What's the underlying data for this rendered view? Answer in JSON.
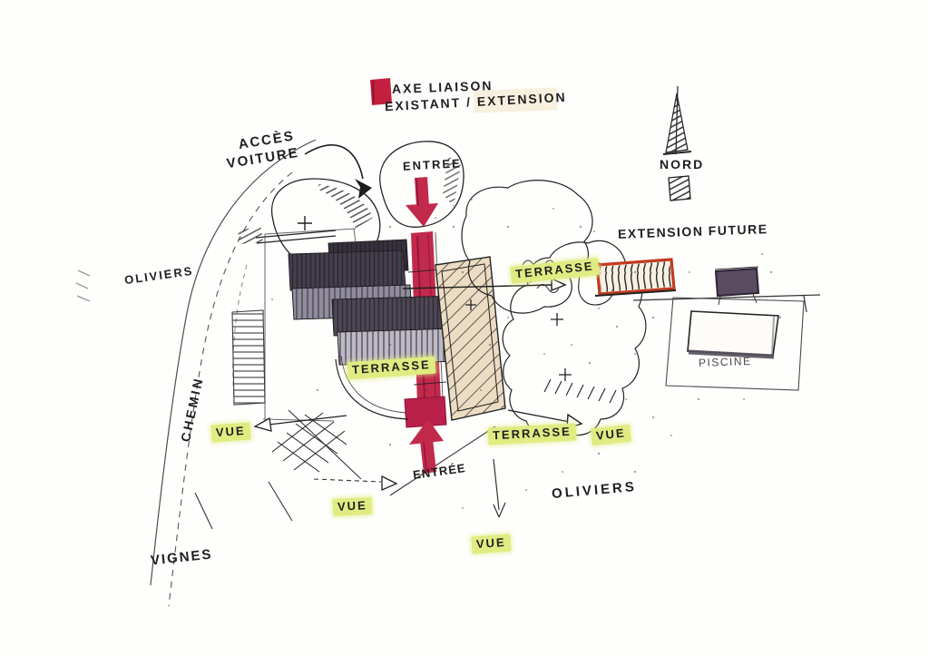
{
  "legend": {
    "line1": "AXE LIAISON",
    "line2": "EXISTANT / EXTENSION"
  },
  "compass": {
    "label": "NORD"
  },
  "labels": {
    "acces_line1": "ACCÈS",
    "acces_line2": "VOITURE",
    "entree_top": "ENTREE",
    "entree_bottom": "ENTRÉE",
    "extension_future": "EXTENSION FUTURE",
    "terrasse_upper": "TERRASSE",
    "terrasse_left": "TERRASSE",
    "terrasse_lower": "TERRASSE",
    "vue_west": "VUE",
    "vue_east": "VUE",
    "vue_southwest": "VUE",
    "vue_south": "VUE",
    "oliviers_left": "OLIVIERS",
    "oliviers_right": "OLIVIERS",
    "chemin": "CHEMIN",
    "vignes": "VIGNES",
    "piscine": "PISCINE"
  },
  "colors": {
    "axis_red": "#c22a4c",
    "highlight_yellow": "#e0eb82",
    "extension_beige": "#ecdcc3",
    "roof_dark": "#453f4c",
    "future_border": "#c13a20",
    "pool_dark": "#5b4b60",
    "ink": "#1f1f1f"
  }
}
